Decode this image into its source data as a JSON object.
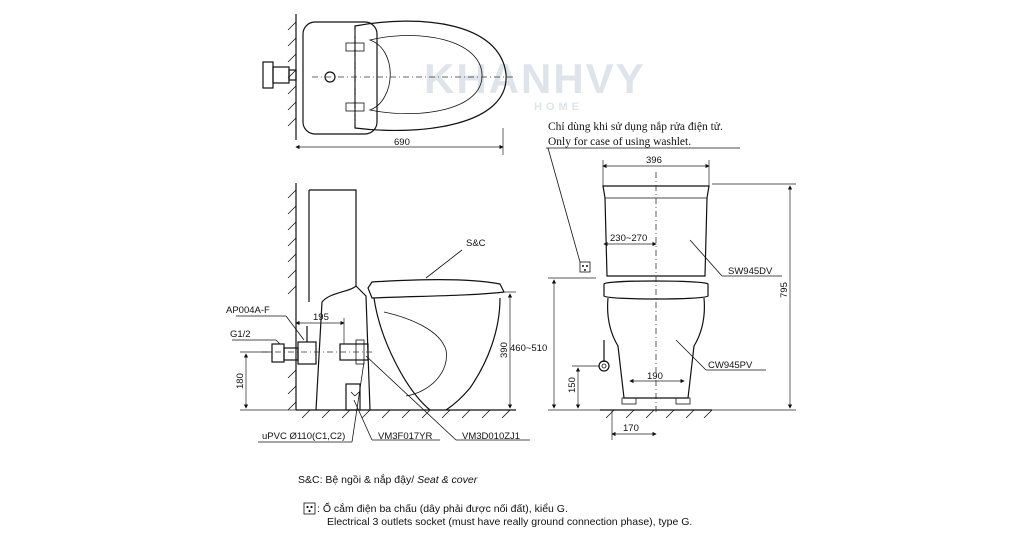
{
  "watermark": {
    "brand": "KHANHVY",
    "sub": "HOME"
  },
  "top_view": {
    "width_dim": "690"
  },
  "side_view": {
    "seat_label": "S&C",
    "valve_label": "AP004A-F",
    "thread_label": "G1/2",
    "dim_195": "195",
    "dim_390": "390",
    "dim_180": "180",
    "pipe_label": "uPVC Ø110(C1,C2)",
    "part_1": "VM3F017YR",
    "part_2": "VM3D010ZJ1"
  },
  "front_view": {
    "note_vi": "Chỉ dùng khi sử dụng nắp rửa điện tử.",
    "note_en": "Only for case of using washlet.",
    "dim_396": "396",
    "dim_230_270": "230~270",
    "tank_model": "SW945DV",
    "dim_795": "795",
    "dim_460_510": "460~510",
    "bowl_model": "CW945PV",
    "dim_150": "150",
    "dim_190": "190",
    "dim_170": "170"
  },
  "legend": {
    "sc_line_plain": "S&C: Bệ ngồi & nắp đậy/ ",
    "sc_line_italic": "Seat & cover",
    "socket_vi": ": Ổ cắm điện ba chấu (dây phải được nối đất), kiểu G.",
    "socket_en": "Electrical 3 outlets socket (must have really ground connection phase), type G."
  }
}
